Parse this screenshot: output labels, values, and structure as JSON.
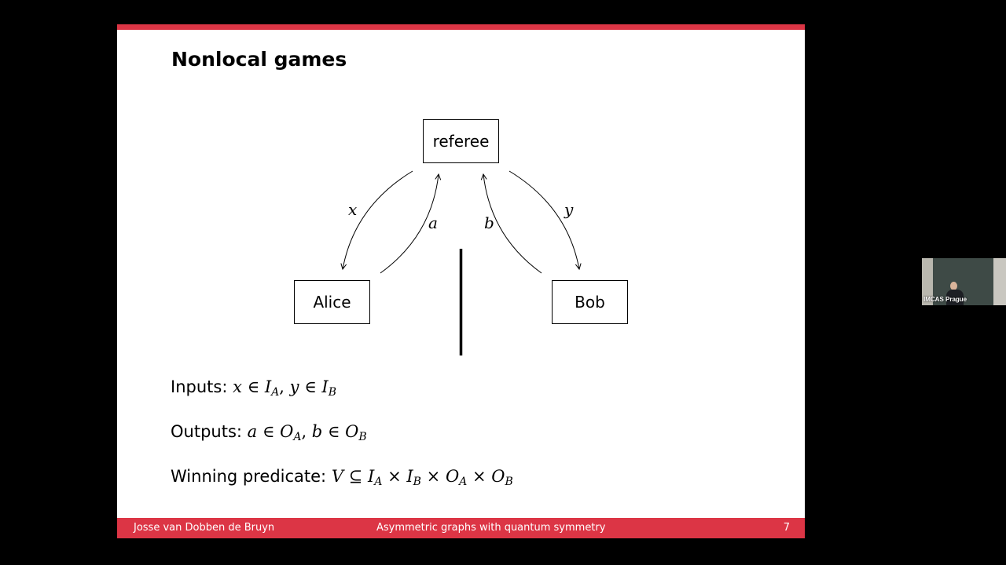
{
  "slide": {
    "title": "Nonlocal games",
    "accent_color": "#dc3545",
    "diagram": {
      "nodes": {
        "referee": "referee",
        "alice": "Alice",
        "bob": "Bob"
      },
      "labels": {
        "x": "x",
        "a": "a",
        "b": "b",
        "y": "y"
      }
    },
    "lines": {
      "inputs_label": "Inputs:",
      "outputs_label": "Outputs:",
      "winning_label": "Winning predicate:"
    }
  },
  "footer": {
    "author": "Josse van Dobben de Bruyn",
    "talk_title": "Asymmetric graphs with quantum symmetry",
    "page": "7"
  },
  "webcam": {
    "label": "IMCAS Prague"
  }
}
